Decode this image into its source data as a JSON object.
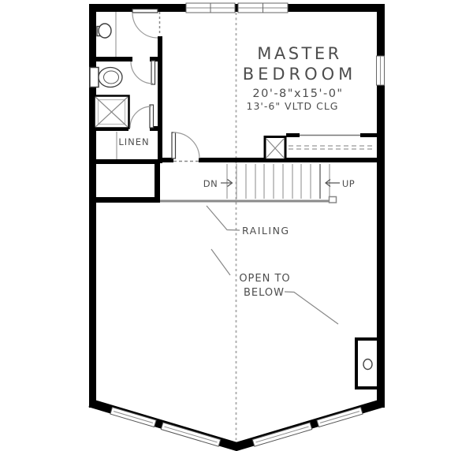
{
  "room": {
    "name_line1": "MASTER",
    "name_line2": "BEDROOM",
    "dimensions": "20'-8\"x15'-0\"",
    "ceiling": "13'-6\" VLTD CLG"
  },
  "labels": {
    "linen": "LINEN",
    "down": "DN",
    "up": "UP",
    "railing": "RAILING",
    "open_below_line1": "OPEN TO",
    "open_below_line2": "BELOW"
  },
  "colors": {
    "wall": "#000000",
    "thin_line": "#8a8a8a",
    "text": "#4d4d4d",
    "background": "#ffffff"
  }
}
